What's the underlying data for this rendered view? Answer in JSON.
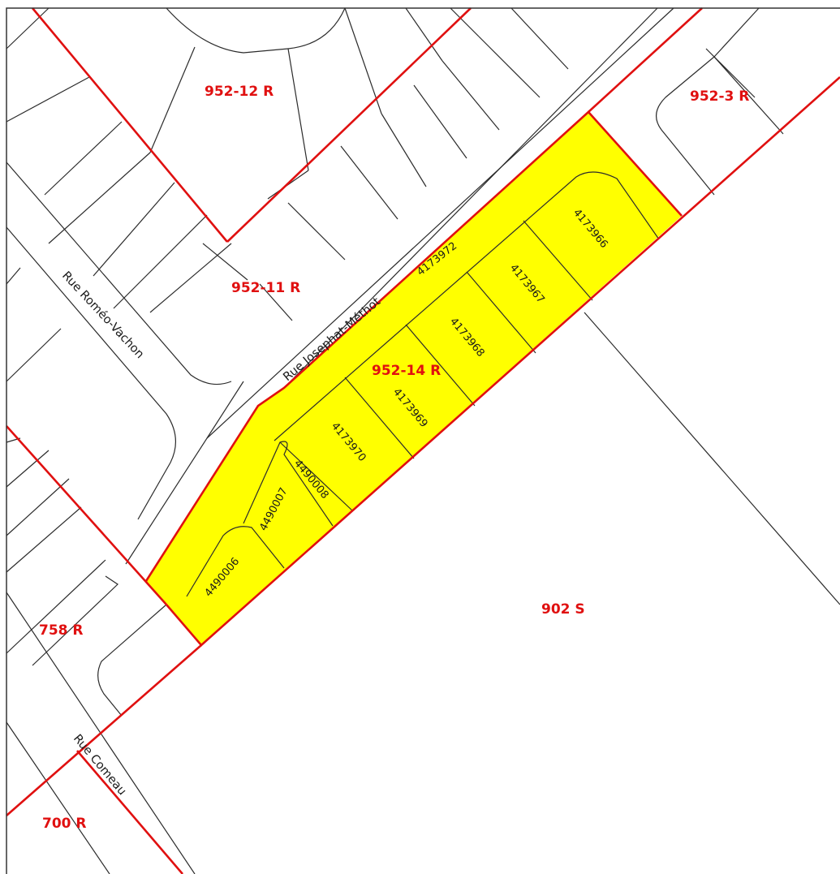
{
  "colors": {
    "zone_boundary": "#e01010",
    "zone_label": "#e01010",
    "highlight_fill": "#ffff00",
    "lot_line": "#2b2b2b",
    "background": "#ffffff"
  },
  "highlighted_zone": "952-14 R",
  "zones": [
    {
      "id": "z-952-12",
      "label": "952-12 R"
    },
    {
      "id": "z-952-3",
      "label": "952-3 R"
    },
    {
      "id": "z-952-11",
      "label": "952-11 R"
    },
    {
      "id": "z-952-14",
      "label": "952-14 R"
    },
    {
      "id": "z-902",
      "label": "902 S"
    },
    {
      "id": "z-758",
      "label": "758 R"
    },
    {
      "id": "z-700",
      "label": "700 R"
    }
  ],
  "lots": [
    {
      "id": "lot-4173972",
      "label": "4173972"
    },
    {
      "id": "lot-4173966",
      "label": "4173966"
    },
    {
      "id": "lot-4173967",
      "label": "4173967"
    },
    {
      "id": "lot-4173968",
      "label": "4173968"
    },
    {
      "id": "lot-4173969",
      "label": "4173969"
    },
    {
      "id": "lot-4173970",
      "label": "4173970"
    },
    {
      "id": "lot-4490008",
      "label": "4490008"
    },
    {
      "id": "lot-4490007",
      "label": "4490007"
    },
    {
      "id": "lot-4490006",
      "label": "4490006"
    }
  ],
  "streets": [
    {
      "id": "st-romeo",
      "label": "Rue Roméo-Vachon"
    },
    {
      "id": "st-josephat",
      "label": "Rue Josephat-Méthot"
    },
    {
      "id": "st-comeau",
      "label": "Rue Comeau"
    }
  ]
}
